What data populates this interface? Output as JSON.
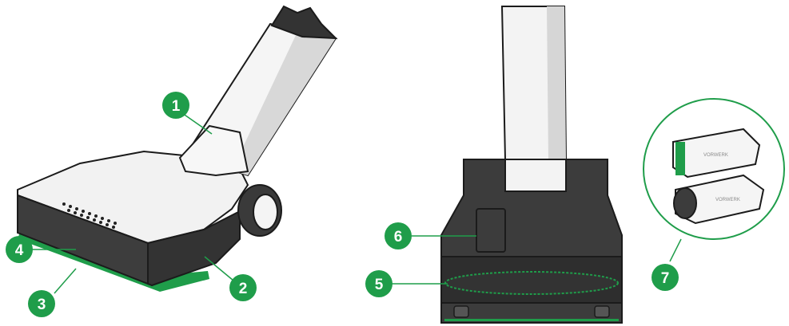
{
  "colors": {
    "accent": "#1f9d4a",
    "body_dark": "#3a3a3a",
    "outline": "#1b1b1b",
    "light_panel": "#f0f0f0"
  },
  "callouts": [
    {
      "id": "1",
      "label": "1"
    },
    {
      "id": "2",
      "label": "2"
    },
    {
      "id": "3",
      "label": "3"
    },
    {
      "id": "4",
      "label": "4"
    },
    {
      "id": "5",
      "label": "5"
    },
    {
      "id": "6",
      "label": "6"
    },
    {
      "id": "7",
      "label": "7"
    }
  ],
  "inset": {
    "brand_text_top": "VORWERK",
    "brand_text_bottom": "VORWERK"
  }
}
